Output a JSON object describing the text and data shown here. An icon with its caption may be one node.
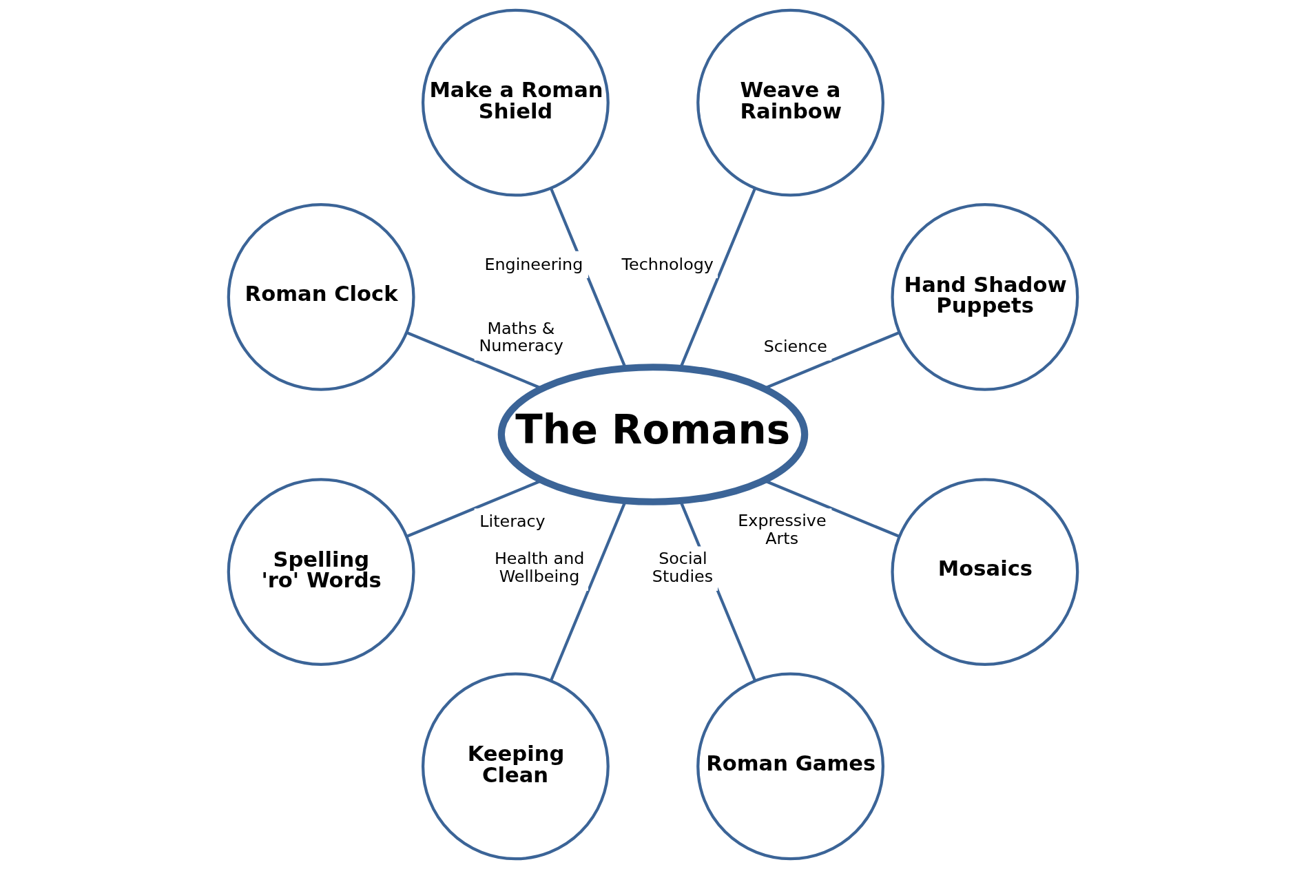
{
  "diagram": {
    "nodes": [
      {
        "text": [
          "The Romans"
        ]
      },
      {
        "text": [
          "Hand Shadow Puppets"
        ]
      },
      {
        "text": [
          "Weave a Rainbow"
        ]
      },
      {
        "text": [
          "Make a Roman Shield"
        ]
      },
      {
        "text": [
          "Roman Clock"
        ]
      },
      {
        "text": [
          "Spelling 'ro' Words"
        ]
      },
      {
        "text": [
          "Keeping Clean"
        ]
      },
      {
        "text": [
          "Roman Games"
        ]
      },
      {
        "text": [
          "Mosaics"
        ]
      }
    ],
    "edges": [
      {
        "from": 0,
        "to": 1,
        "arrow": "none",
        "label": "Science"
      },
      {
        "from": 0,
        "to": 2,
        "arrow": "none",
        "label": "Technology"
      },
      {
        "from": 0,
        "to": 3,
        "arrow": "none",
        "label": "Engineering"
      },
      {
        "from": 0,
        "to": 4,
        "arrow": "none",
        "label": "Maths & Numeracy"
      },
      {
        "from": 0,
        "to": 5,
        "arrow": "none",
        "label": "Literacy"
      },
      {
        "from": 0,
        "to": 6,
        "arrow": "none",
        "label": "Health and Wellbeing"
      },
      {
        "from": 0,
        "to": 7,
        "arrow": "none",
        "label": "Social Studies"
      },
      {
        "from": 0,
        "to": 8,
        "arrow": "none",
        "label": "Expressive Arts"
      }
    ]
  }
}
